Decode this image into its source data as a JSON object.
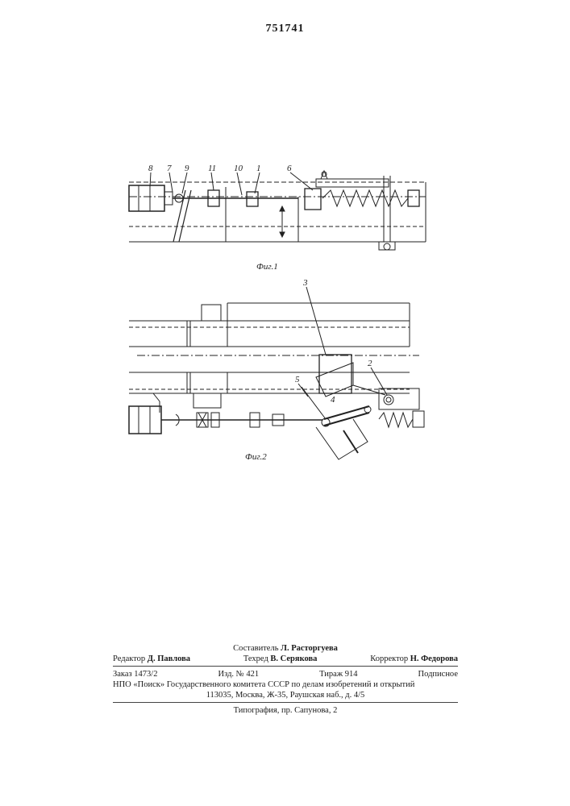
{
  "patent_number": "751741",
  "figures": {
    "fig1": {
      "caption": "Фиг.1",
      "labels": [
        "8",
        "7",
        "9",
        "11",
        "10",
        "1",
        "6"
      ]
    },
    "fig2": {
      "caption": "Фиг.2",
      "labels": [
        "3",
        "2",
        "5",
        "4"
      ]
    }
  },
  "colophon": {
    "composer_label": "Составитель",
    "composer": "Л. Расторгуева",
    "editor_label": "Редактор",
    "editor": "Д. Павлова",
    "techred_label": "Техред",
    "techred": "В. Серякова",
    "corrector_label": "Корректор",
    "corrector": "Н. Федорова",
    "order": "Заказ 1473/2",
    "edition": "Изд. № 421",
    "circulation": "Тираж 914",
    "subscription": "Подписное",
    "org": "НПО «Поиск» Государственного комитета СССР по делам изобретений и открытий",
    "address": "113035, Москва, Ж-35, Раушская наб., д. 4/5",
    "printer": "Типография, пр. Сапунова, 2"
  }
}
